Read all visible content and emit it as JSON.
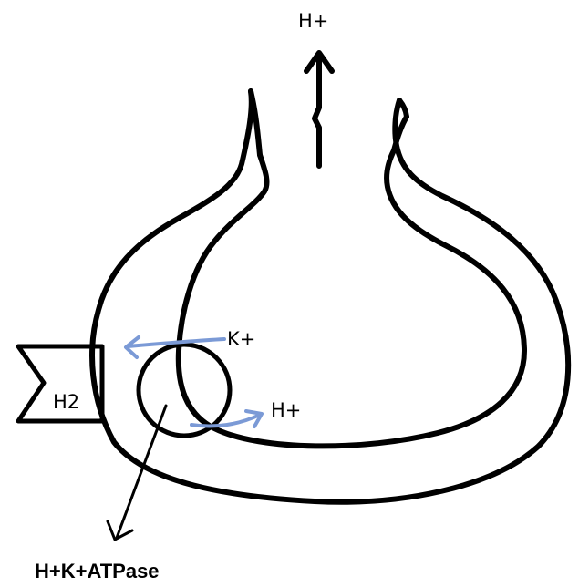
{
  "diagram": {
    "labels": {
      "top_proton": "H+",
      "potassium": "K+",
      "inner_proton": "H+",
      "receptor": "H2",
      "pump": "H+K+ATPase"
    },
    "colors": {
      "outline": "#000000",
      "ion_arrows": "#7b9ad6",
      "background": "#ffffff"
    }
  }
}
